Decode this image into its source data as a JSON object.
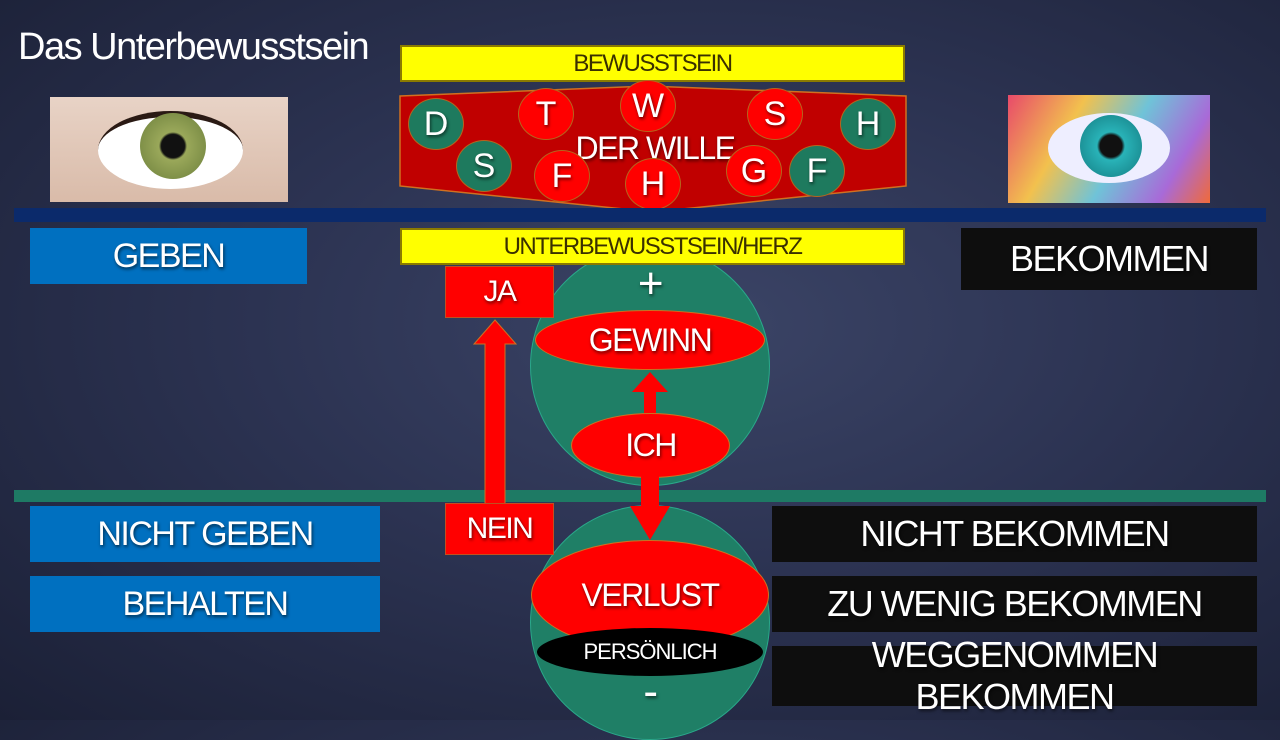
{
  "title": "Das Unterbewusstsein",
  "top": {
    "bewusstsein": "BEWUSSTSEIN",
    "der_wille": "DER WILLE",
    "circles": [
      {
        "letter": "D",
        "color": "green"
      },
      {
        "letter": "T",
        "color": "red"
      },
      {
        "letter": "W",
        "color": "red"
      },
      {
        "letter": "S",
        "color": "red"
      },
      {
        "letter": "H",
        "color": "green"
      },
      {
        "letter": "S",
        "color": "green"
      },
      {
        "letter": "F",
        "color": "red"
      },
      {
        "letter": "H",
        "color": "red"
      },
      {
        "letter": "G",
        "color": "red"
      },
      {
        "letter": "F",
        "color": "green"
      }
    ]
  },
  "middle": {
    "unterbewusstsein": "UNTERBEWUSSTSEIN/HERZ",
    "geben": "GEBEN",
    "bekommen": "BEKOMMEN",
    "ja": "JA",
    "plus": "+",
    "gewinn": "GEWINN",
    "ich": "ICH",
    "nein": "NEIN",
    "verlust": "VERLUST",
    "persoenlich": "PERSÖNLICH",
    "minus": "-"
  },
  "bottom": {
    "left": [
      "NICHT GEBEN",
      "BEHALTEN"
    ],
    "right": [
      "NICHT BEKOMMEN",
      "ZU WENIG BEKOMMEN",
      "WEGGENOMMEN BEKOMMEN"
    ]
  },
  "colors": {
    "blue": "#0070c0",
    "red": "#ff0000",
    "green": "#1f7f66",
    "yellow": "#ffff00",
    "navy_line": "#0b2a6b",
    "teal_line": "#1e7a64"
  }
}
